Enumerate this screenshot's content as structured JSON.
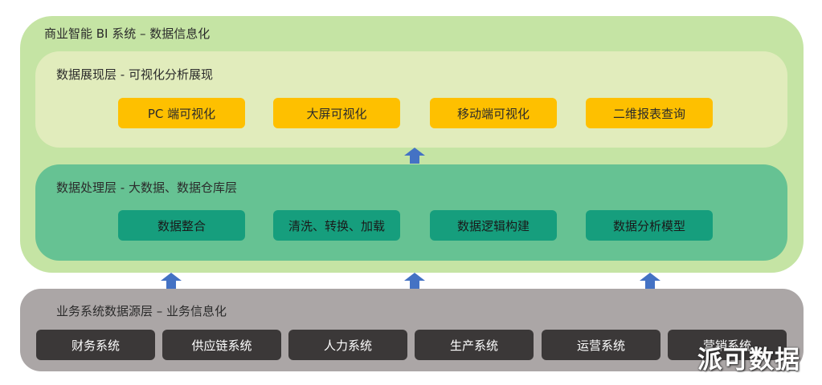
{
  "outer": {
    "title": "商业智能 BI 系统 – 数据信息化"
  },
  "presentation_layer": {
    "title": "数据展现层 - 可视化分析展现",
    "items": [
      "PC 端可视化",
      "大屏可视化",
      "移动端可视化",
      "二维报表查询"
    ]
  },
  "processing_layer": {
    "title": "数据处理层 - 大数据、数据仓库层",
    "items": [
      "数据整合",
      "清洗、转换、加载",
      "数据逻辑构建",
      "数据分析模型"
    ]
  },
  "source_layer": {
    "title": "业务系统数据源层 – 业务信息化",
    "items": [
      "财务系统",
      "供应链系统",
      "人力系统",
      "生产系统",
      "运营系统",
      "营销系统"
    ]
  },
  "watermark": "派可数据",
  "colors": {
    "outer_bg": "#c5e4a4",
    "presentation_bg": "#e1ecbc",
    "processing_bg": "#66c293",
    "source_bg": "#aba6a6",
    "yellow_pill": "#fec000",
    "teal_pill": "#169e7d",
    "dark_pill": "#3b3838",
    "arrow": "#4472c4"
  }
}
